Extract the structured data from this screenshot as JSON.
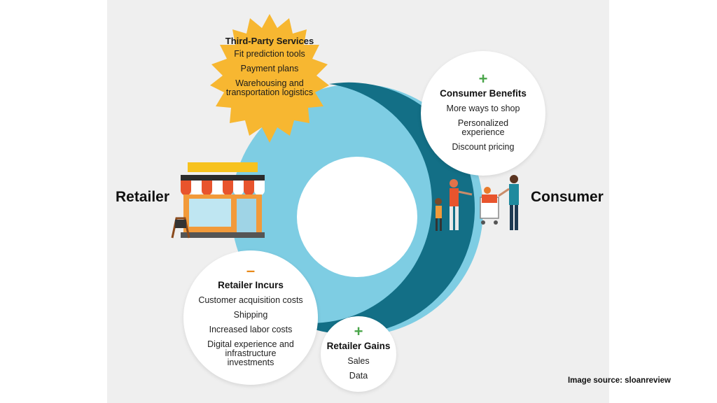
{
  "labels": {
    "retailer": "Retailer",
    "consumer": "Consumer"
  },
  "third_party": {
    "title": "Third-Party Services",
    "items": [
      "Fit prediction tools",
      "Payment plans",
      "Warehousing and transportation logistics"
    ]
  },
  "consumer_benefits": {
    "sign": "+",
    "title": "Consumer Benefits",
    "items": [
      "More ways to shop",
      "Personalized experience",
      "Discount pricing"
    ]
  },
  "retailer_incurs": {
    "sign": "–",
    "title": "Retailer Incurs",
    "items": [
      "Customer acquisition costs",
      "Shipping",
      "Increased labor costs",
      "Digital experience and infrastructure investments"
    ]
  },
  "retailer_gains": {
    "sign": "+",
    "title": "Retailer Gains",
    "items": [
      "Sales",
      "Data"
    ]
  },
  "source": "Image source: sloanreview",
  "colors": {
    "ring_light": "#7ecde3",
    "ring_dark": "#136f86",
    "sun": "#f7b731",
    "plus": "#4aa54a",
    "minus": "#e88a1a"
  }
}
